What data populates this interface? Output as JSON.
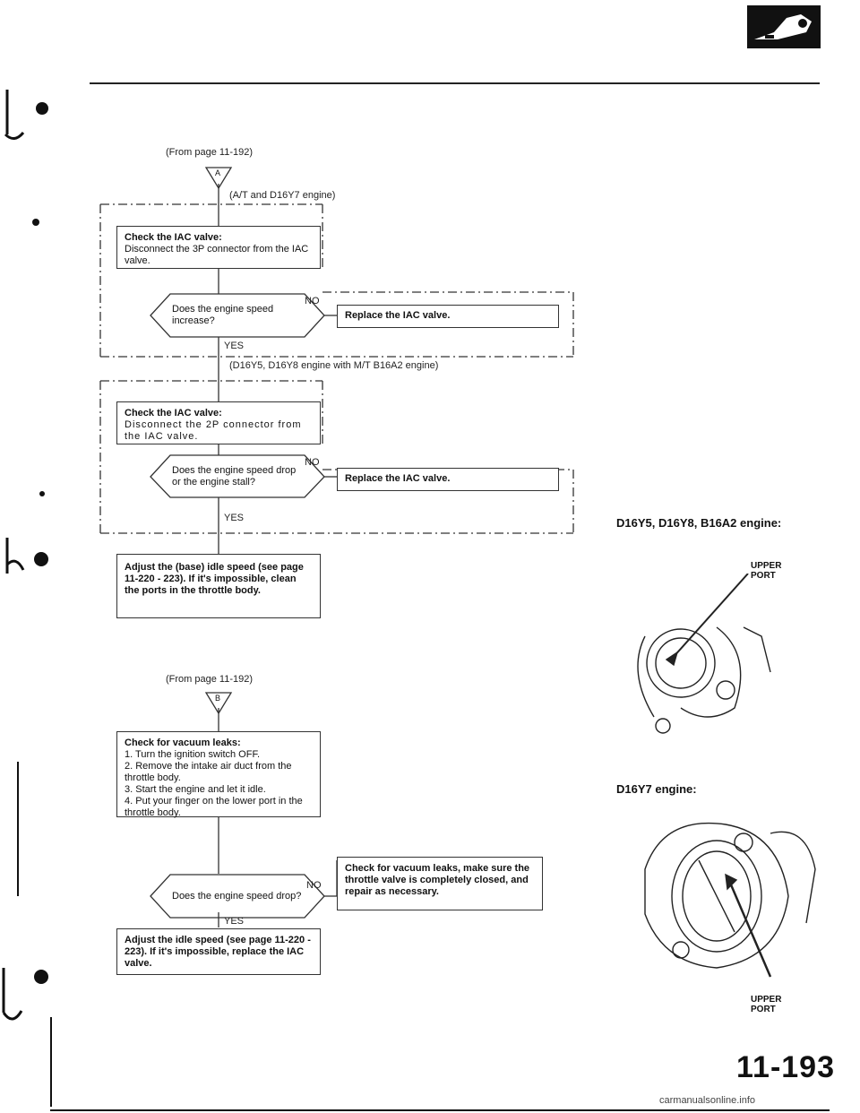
{
  "flow_a": {
    "from_label": "(From page 11-192)",
    "marker": "A",
    "branch1_label": "(A/T and D16Y7 engine)",
    "check1_title": "Check the IAC valve:",
    "check1_text": "Disconnect the 3P connector from the IAC valve.",
    "q1": "Does the engine speed increase?",
    "q1_no": "NO",
    "q1_yes": "YES",
    "q1_action": "Replace the IAC valve.",
    "branch2_label": "(D16Y5, D16Y8 engine with M/T B16A2 engine)",
    "check2_title": "Check the IAC valve:",
    "check2_text": "Disconnect the 2P connector from the IAC valve.",
    "q2": "Does the engine speed drop or the engine stall?",
    "q2_no": "NO",
    "q2_yes": "YES",
    "q2_action": "Replace the IAC valve.",
    "final": "Adjust the (base) idle speed (see page 11-220 - 223). If it's impossible, clean the ports in the throttle body."
  },
  "flow_b": {
    "from_label": "(From page 11-192)",
    "marker": "B",
    "check_title": "Check for vacuum leaks:",
    "steps": [
      "Turn the ignition switch OFF.",
      "Remove the intake air duct from the throttle body.",
      "Start the engine and let it idle.",
      "Put your finger on the lower port in the throttle body."
    ],
    "q": "Does the engine speed drop?",
    "q_no": "NO",
    "q_yes": "YES",
    "no_action": "Check for vacuum leaks, make sure the throttle valve is completely closed, and repair as necessary.",
    "final": "Adjust the idle speed (see page 11-220 - 223). If it's impossible, replace the IAC valve."
  },
  "figures": {
    "fig1_title": "D16Y5, D16Y8, B16A2 engine:",
    "fig1_callout": [
      "UPPER",
      "PORT"
    ],
    "fig2_title": "D16Y7 engine:",
    "fig2_callout": [
      "UPPER",
      "PORT"
    ]
  },
  "page_number": "11-193",
  "footer": "carmanualsonline.info"
}
